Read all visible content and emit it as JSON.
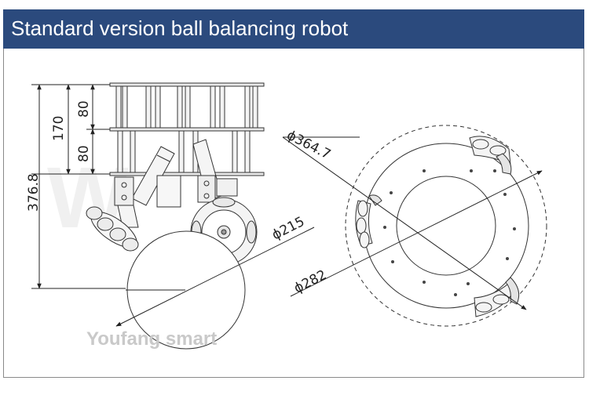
{
  "title": "Standard version ball balancing robot",
  "dimensions": {
    "height_total": "376.8",
    "height_frame": "170",
    "height_top_tier": "80",
    "height_lower_tier": "80",
    "diameter_ball": "ϕ215",
    "diameter_outer": "ϕ364.7",
    "diameter_plate": "ϕ282"
  },
  "watermark": "Youfang smart",
  "colors": {
    "title_bar": "#2b4a7d",
    "line": "#333333",
    "frame_border": "#8a8a8a"
  }
}
